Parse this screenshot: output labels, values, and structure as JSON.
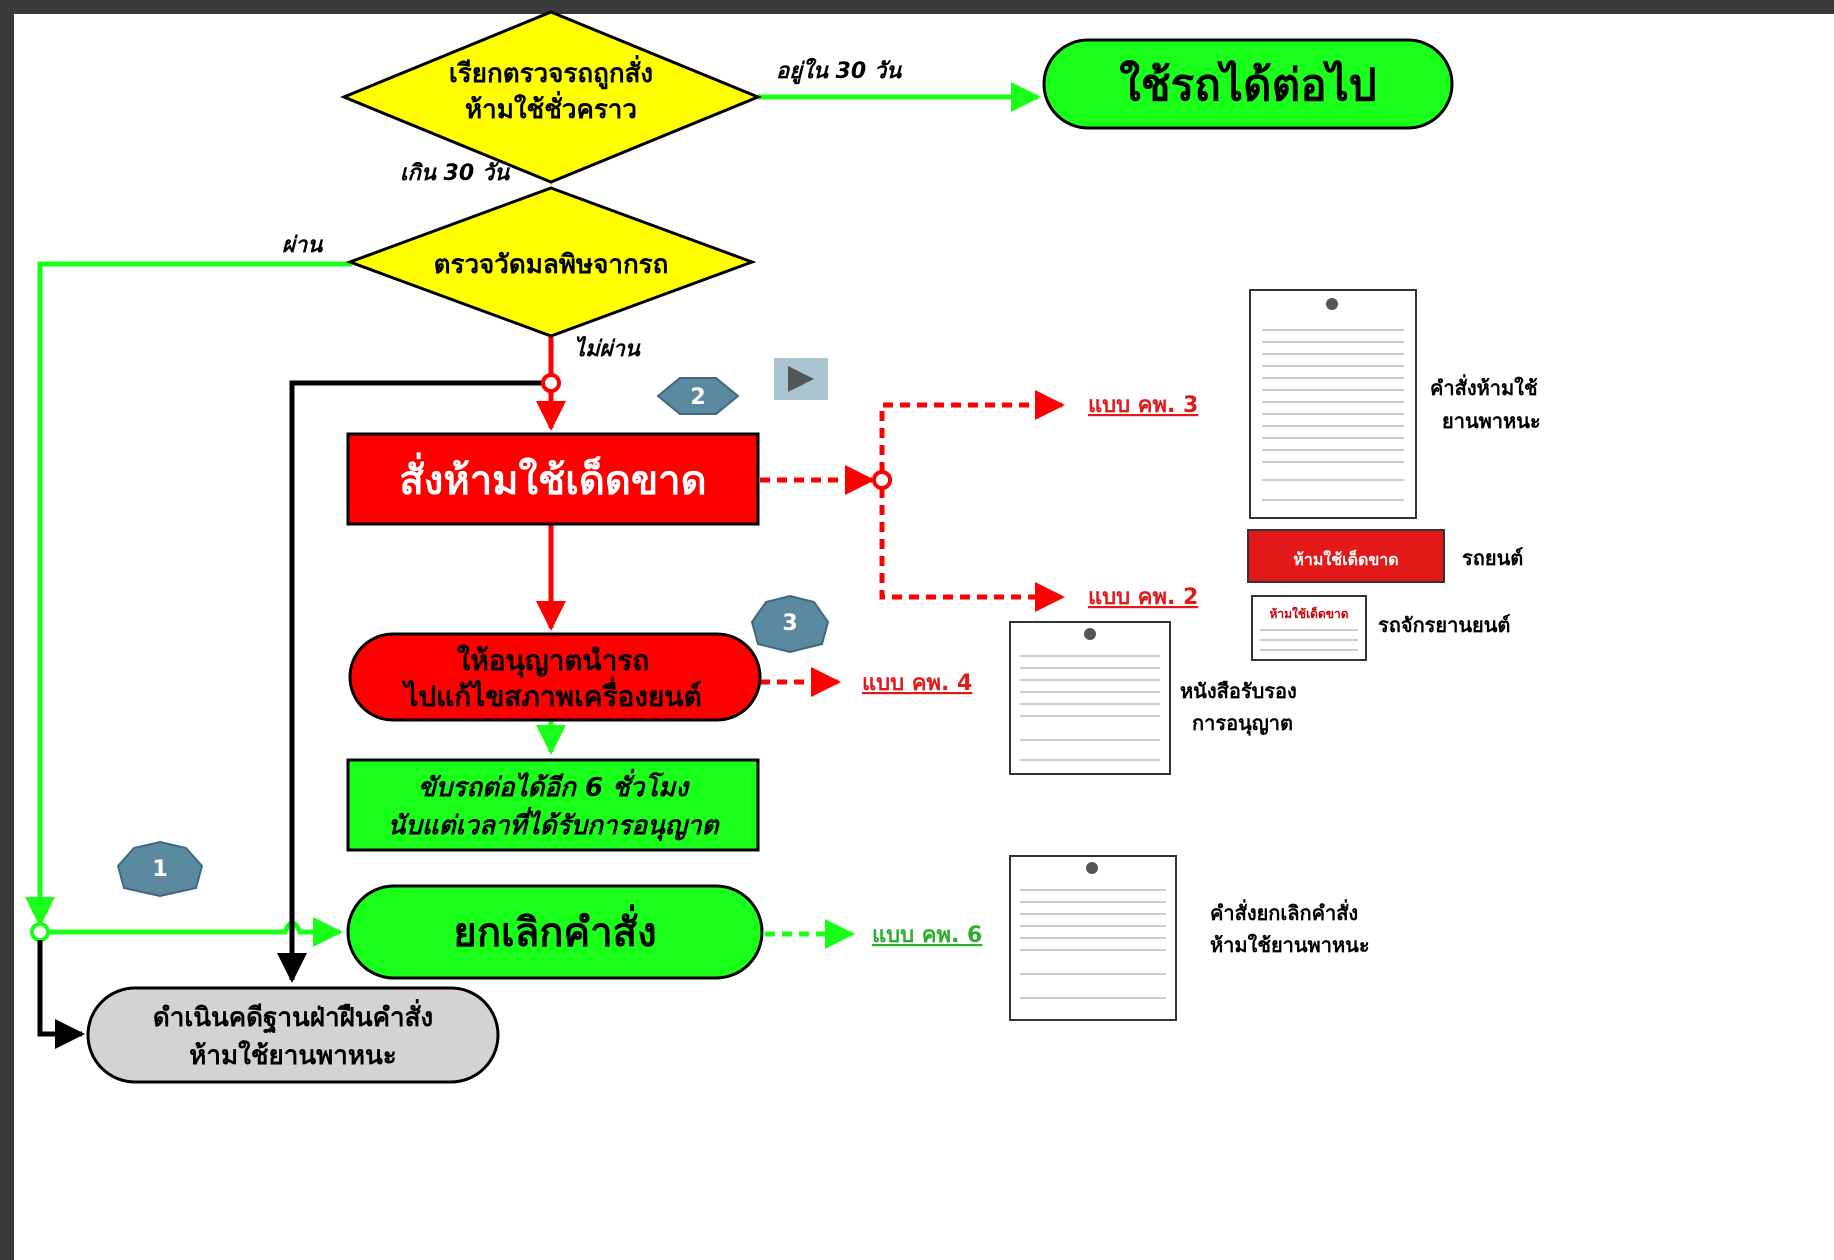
{
  "nodes": {
    "decision1": {
      "line1": "เรียกตรวจรถถูกสั่ง",
      "line2": "ห้ามใช้ชั่วคราว"
    },
    "use_car": "ใช้รถได้ต่อไป",
    "decision2": "ตรวจวัดมลพิษจากรถ",
    "prohibit": "สั่งห้ามใช้เด็ดขาด",
    "permit": {
      "line1": "ให้อนุญาตนำรถ",
      "line2": "ไปแก้ไขสภาพเครื่องยนต์"
    },
    "drive6h": {
      "line1": "ขับรถต่อได้อีก 6 ชั่วโมง",
      "line2": "นับแต่เวลาที่ได้รับการอนุญาต"
    },
    "cancel": "ยกเลิกคำสั่ง",
    "prosecute": {
      "line1": "ดำเนินคดีฐานฝ่าฝืนคำสั่ง",
      "line2": "ห้ามใช้ยานพาหนะ"
    }
  },
  "edge_labels": {
    "within30": "อยู่ใน 30 วัน",
    "over30": "เกิน 30 วัน",
    "pass": "ผ่าน",
    "fail": "ไม่ผ่าน"
  },
  "forms": {
    "kp3": "แบบ คพ. 3",
    "kp2": "แบบ คพ. 2",
    "kp4": "แบบ คพ. 4",
    "kp6": "แบบ คพ. 6"
  },
  "captions": {
    "kp3": {
      "line1": "คำสั่งห้ามใช้",
      "line2": "ยานพาหนะ"
    },
    "car": "รถยนต์",
    "motorcycle": "รถจักรยานยนต์",
    "kp4": {
      "line1": "หนังสือรับรอง",
      "line2": "การอนุญาต"
    },
    "kp6": {
      "line1": "คำสั่งยกเลิกคำสั่ง",
      "line2": "ห้ามใช้ยานพาหนะ"
    }
  },
  "stickers": {
    "car": "ห้ามใช้เด็ดขาด",
    "motorcycle": "ห้ามใช้เด็ดขาด"
  },
  "badges": {
    "b1": "1",
    "b2": "2",
    "b3": "3"
  },
  "colors": {
    "green": "#1aff1a",
    "red": "#ff0000",
    "yellow": "#ffff00",
    "gray": "#d3d3d3",
    "badge": "#5b8aa0",
    "form_label_red": "#e31919",
    "form_label_green": "#2eae2e"
  },
  "icons": {
    "play": "play-icon"
  }
}
